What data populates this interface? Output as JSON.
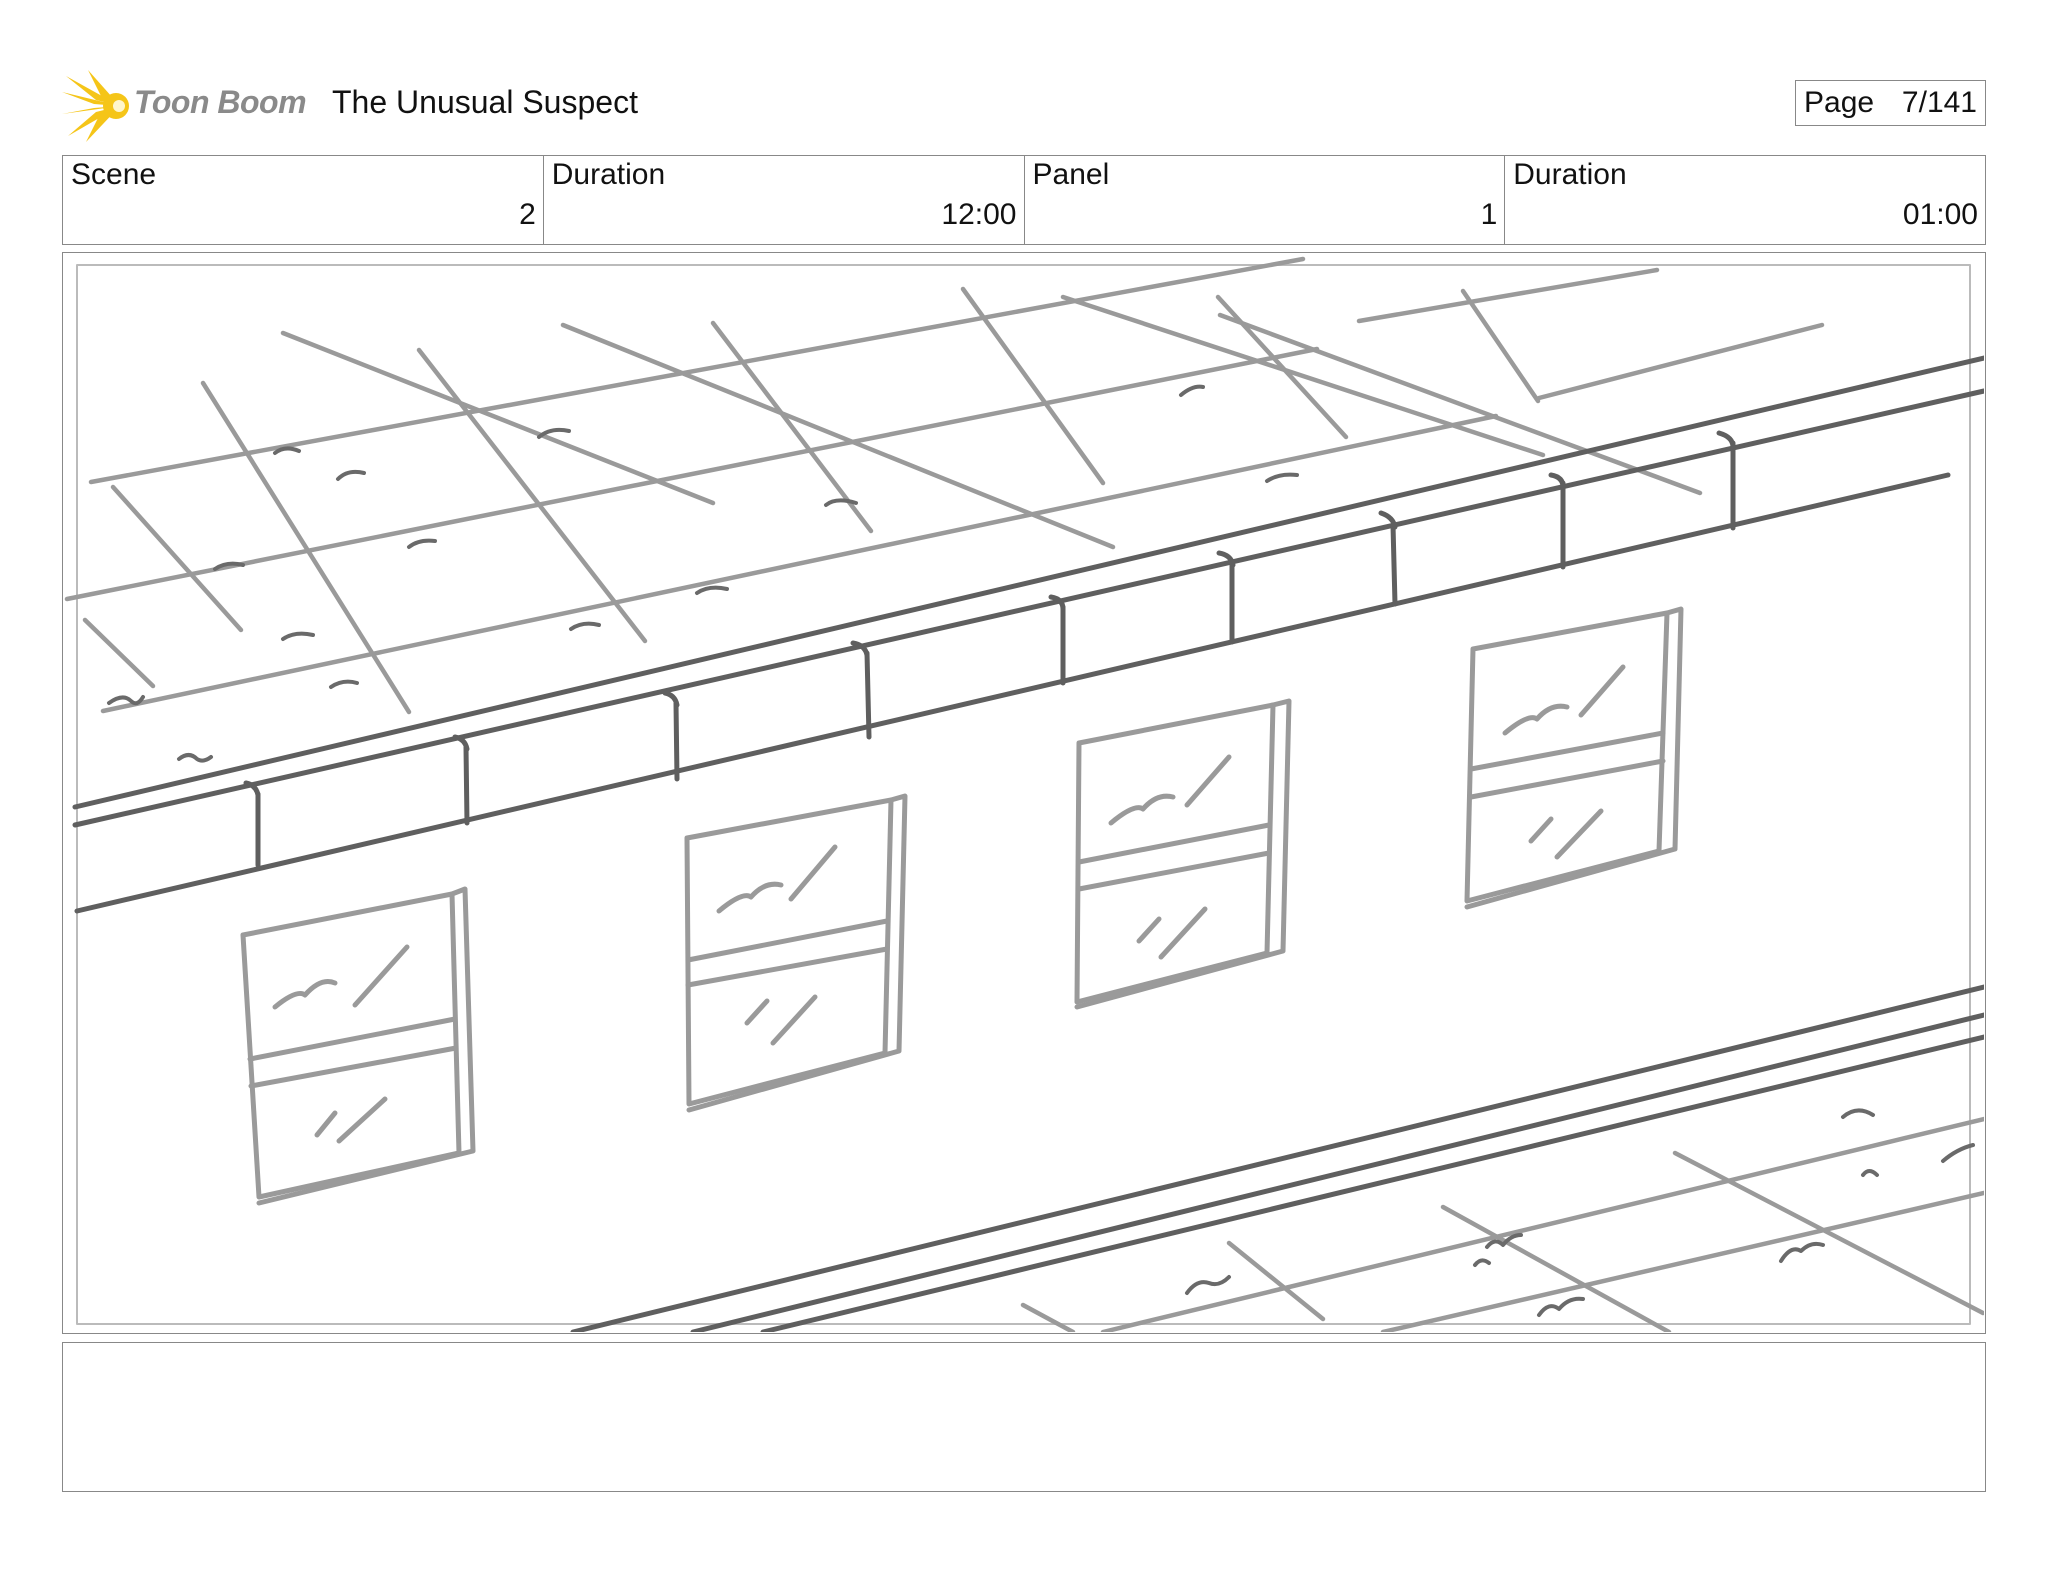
{
  "header": {
    "logo_text": "Toon Boom",
    "project_title": "The Unusual Suspect",
    "page_label": "Page",
    "page_value": "7/141"
  },
  "info_table": [
    {
      "label": "Scene",
      "value": "2"
    },
    {
      "label": "Duration",
      "value": "12:00"
    },
    {
      "label": "Panel",
      "value": "1"
    },
    {
      "label": "Duration",
      "value": "01:00"
    }
  ],
  "caption": {
    "text": ""
  },
  "colors": {
    "logo_yellow": "#f5c518",
    "logo_gray": "#8a8a8a",
    "border_gray": "#888888",
    "sketch_light": "#9a9a9a",
    "sketch_dark": "#5f5f5f"
  }
}
